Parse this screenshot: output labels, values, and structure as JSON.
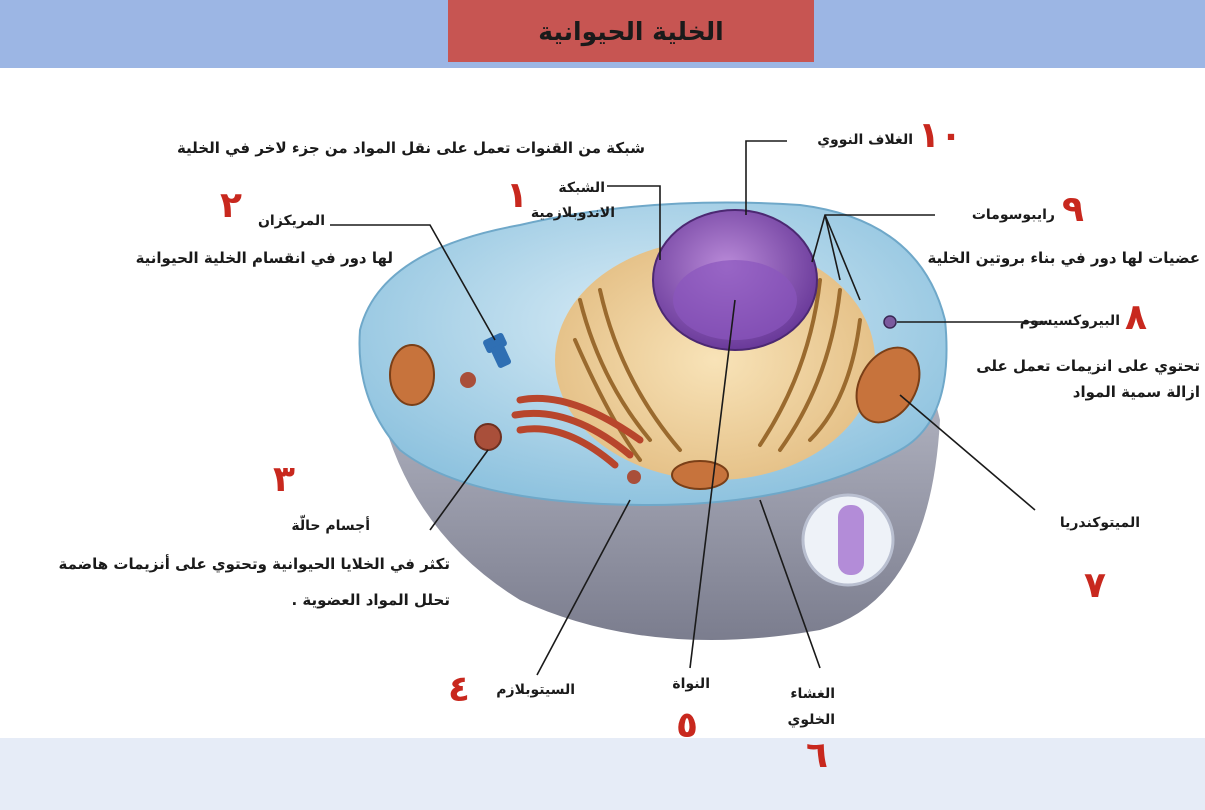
{
  "title": "الخلية الحيوانية",
  "labels": {
    "nuclear_envelope": {
      "number": "١٠",
      "name": "الغلاف النووي"
    },
    "endoplasmic_reticulum": {
      "number": "١",
      "name_line1": "الشبكة",
      "name_line2": "الاندوبلازمية",
      "description": "شبكة من القنوات تعمل على نقل المواد من جزء لاخر في الخلية"
    },
    "centriole": {
      "number": "٢",
      "name": "المريكزان",
      "description": "لها دور في انقسام الخلية الحيوانية"
    },
    "ribosomes": {
      "number": "٩",
      "name": "رايبوسومات",
      "description": "عضيات لها دور في بناء بروتين الخلية"
    },
    "peroxisome": {
      "number": "٨",
      "name": "البيروكسيسوم",
      "description_line1": "تحتوي على انزيمات تعمل على",
      "description_line2": "ازالة سمية المواد"
    },
    "lysosomes": {
      "number": "٣",
      "name": "أجسام حالّة",
      "description_line1": "تكثر في الخلايا الحيوانية وتحتوي على أنزيمات هاضمة",
      "description_line2": "تحلل المواد العضوية ."
    },
    "mitochondria": {
      "number": "٧",
      "name": "الميتوكندريا"
    },
    "cytoplasm": {
      "number": "٤",
      "name": "السيتوبلازم"
    },
    "nucleus": {
      "number": "٥",
      "name": "النواة"
    },
    "cell_membrane": {
      "number": "٦",
      "name_line1": "الغشاء",
      "name_line2": "الخلوي"
    }
  },
  "colors": {
    "top_band": "#9cb6e4",
    "title_box": "#c75552",
    "number_red": "#c8281e",
    "bottom_band": "#e6ecf7"
  }
}
